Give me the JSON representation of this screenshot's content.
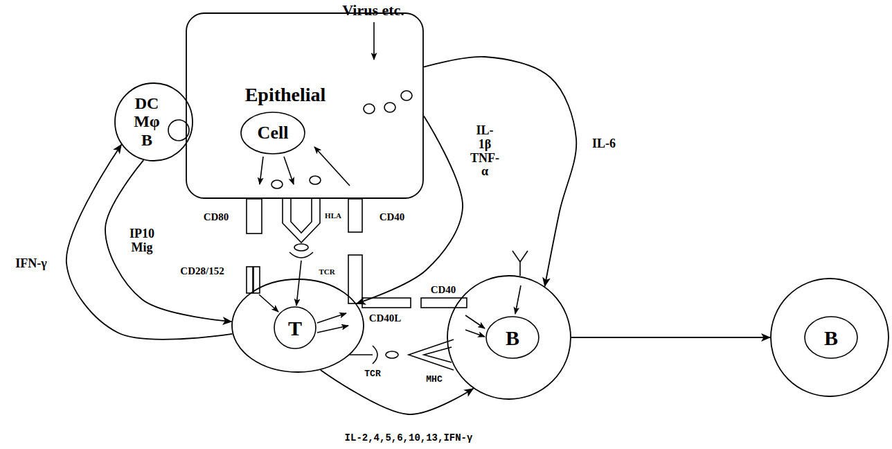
{
  "diagram": {
    "nodes": [
      {
        "text": [
          "DC Mφ B"
        ]
      },
      {
        "text": [
          "Epithelial",
          "Cell"
        ]
      },
      {
        "text": [
          "T"
        ]
      },
      {
        "text": [
          "B"
        ]
      },
      {
        "text": [
          "B"
        ]
      }
    ],
    "edges": [
      {
        "from": 1,
        "to": 2,
        "arrow": "to",
        "label": "IL-1β TNF-α"
      },
      {
        "from": 1,
        "to": 3,
        "arrow": "to",
        "label": "IL-6"
      },
      {
        "from": 2,
        "to": 0,
        "arrow": "to",
        "label": "IFN-γ"
      },
      {
        "from": 0,
        "to": 2,
        "arrow": "to",
        "label": "IP10 Mig"
      },
      {
        "from": 2,
        "to": 3,
        "arrow": "to",
        "label": "IL-2,4,5,6,10,13,IFN-γ"
      },
      {
        "from": 3,
        "to": 4,
        "arrow": "to"
      }
    ],
    "labels": [
      "Virus etc.",
      "CD80",
      "HLA",
      "CD40",
      "CD28/152",
      "TCR",
      "CD40L",
      "CD40",
      "TCR",
      "MHC"
    ]
  }
}
